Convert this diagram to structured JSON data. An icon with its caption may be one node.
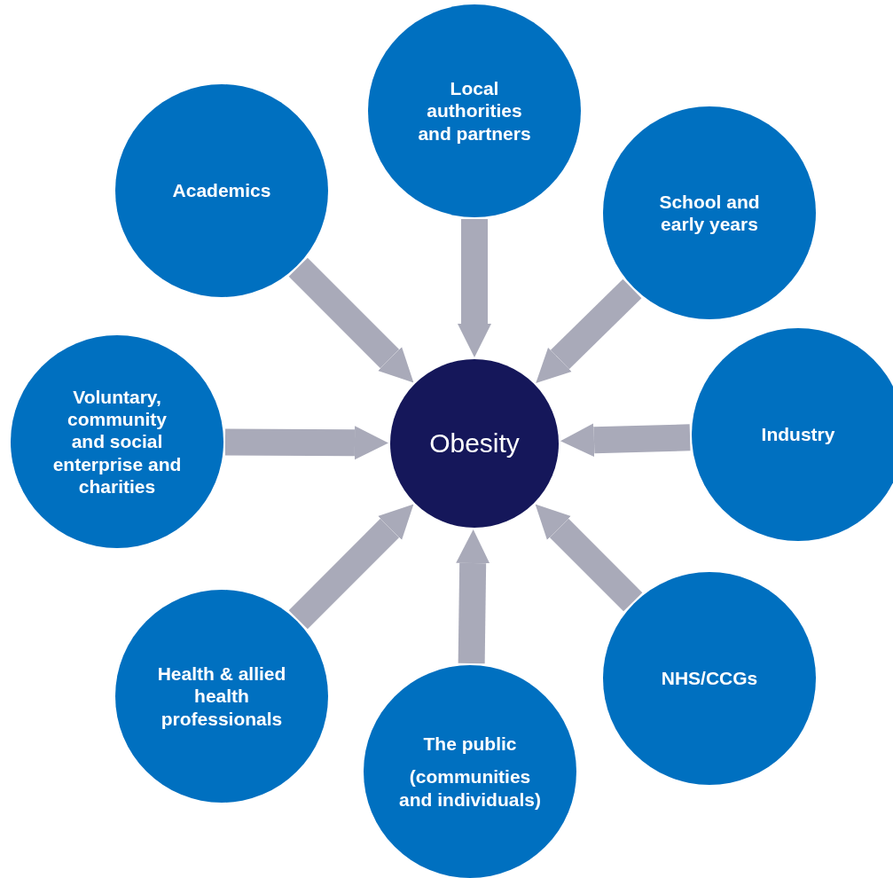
{
  "diagram": {
    "nodes": [
      {
        "text": [
          "Obesity"
        ]
      },
      {
        "text": [
          "Academics"
        ]
      },
      {
        "text": [
          "Local authorities and partners"
        ]
      },
      {
        "text": [
          "School and early years"
        ]
      },
      {
        "text": [
          "Industry"
        ]
      },
      {
        "text": [
          "NHS/CCGs"
        ]
      },
      {
        "text": [
          "The public",
          "(communities and individuals)"
        ]
      },
      {
        "text": [
          "Health & allied health professionals"
        ]
      },
      {
        "text": [
          "Voluntary, community and social enterprise and charities"
        ]
      }
    ],
    "edges": [
      {
        "from": 1,
        "to": 0,
        "arrow": "to"
      },
      {
        "from": 2,
        "to": 0,
        "arrow": "to"
      },
      {
        "from": 3,
        "to": 0,
        "arrow": "to"
      },
      {
        "from": 4,
        "to": 0,
        "arrow": "to"
      },
      {
        "from": 5,
        "to": 0,
        "arrow": "to"
      },
      {
        "from": 6,
        "to": 0,
        "arrow": "to"
      },
      {
        "from": 7,
        "to": 0,
        "arrow": "to"
      },
      {
        "from": 8,
        "to": 0,
        "arrow": "to"
      }
    ]
  }
}
